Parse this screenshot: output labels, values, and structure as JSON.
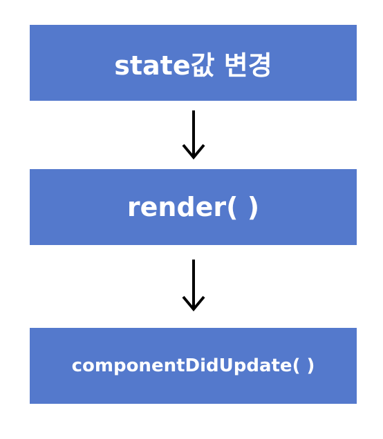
{
  "colors": {
    "box_fill": "#5479cc",
    "box_text": "#ffffff",
    "arrow": "#000000",
    "background": "#ffffff"
  },
  "flow": {
    "step1": "state값 변경",
    "step2": "render( )",
    "step3": "componentDidUpdate( )"
  },
  "connectors": [
    {
      "from": "step1",
      "to": "step2",
      "icon": "down-arrow-icon"
    },
    {
      "from": "step2",
      "to": "step3",
      "icon": "down-arrow-icon"
    }
  ]
}
